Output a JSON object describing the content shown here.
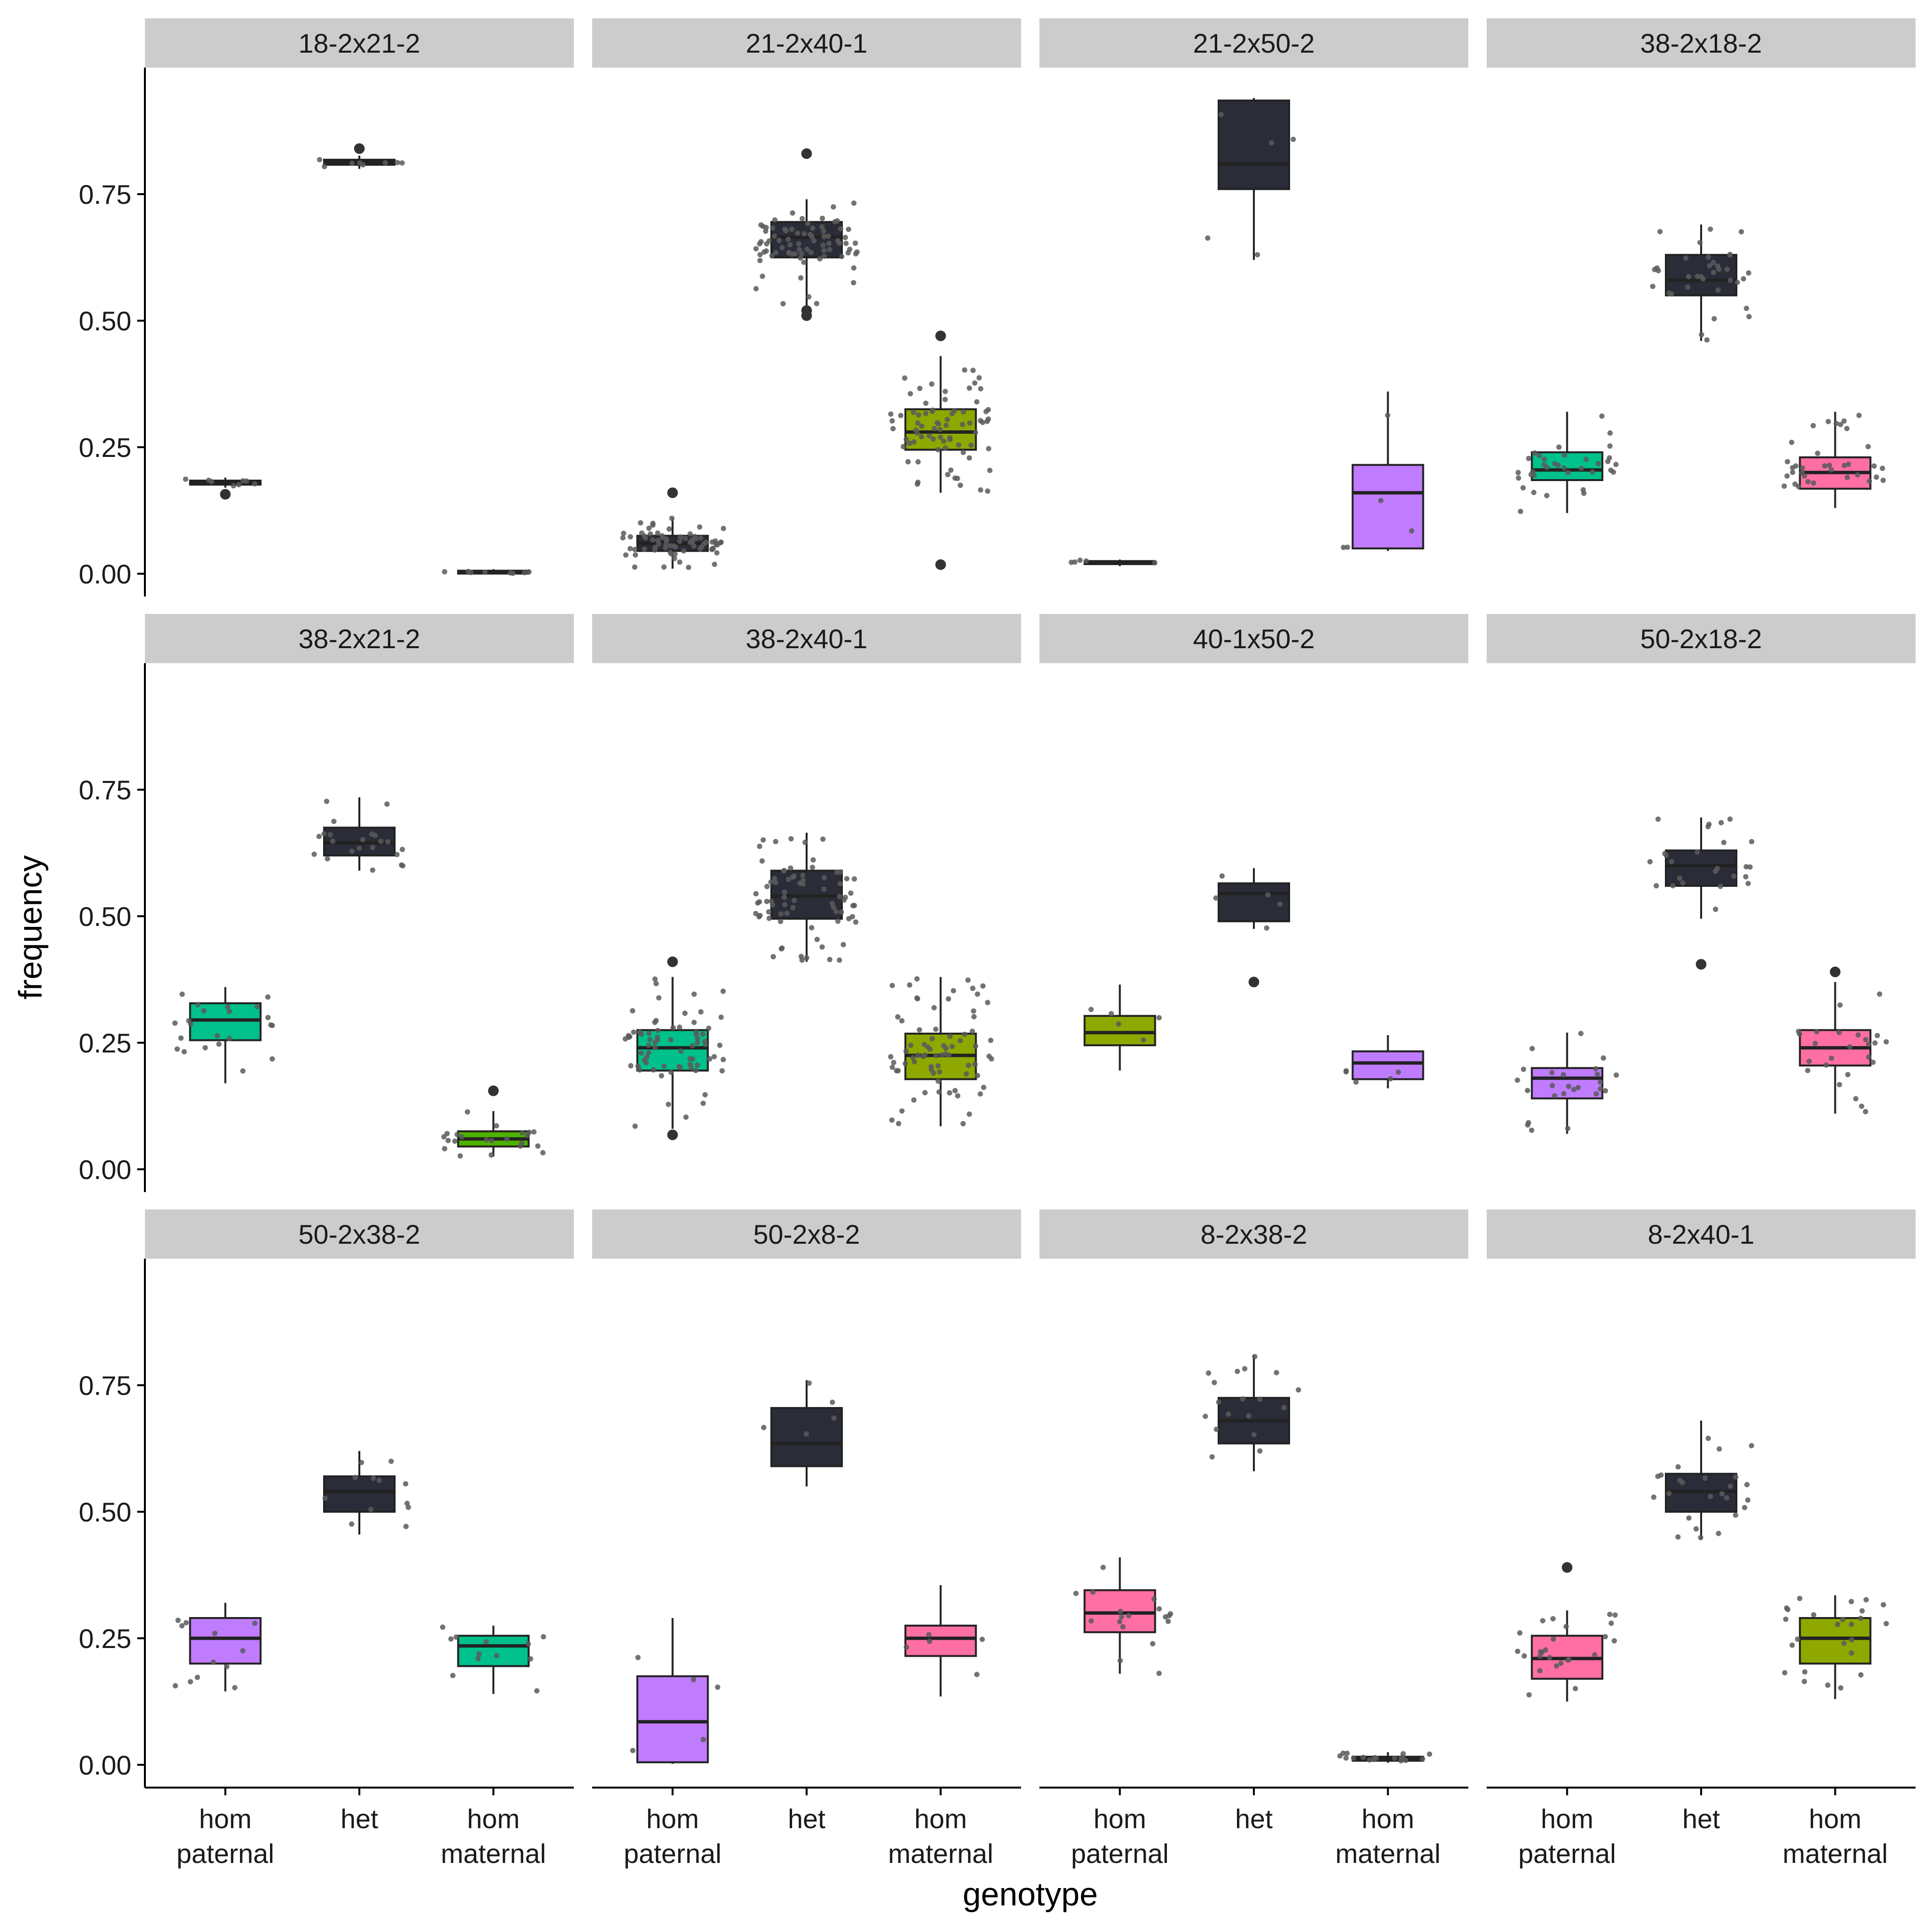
{
  "chart_data": {
    "type": "box",
    "facet_layout": "3x4",
    "xlabel": "genotype",
    "ylabel": "frequency",
    "ylim": [
      -0.045,
      1.0
    ],
    "yticks": [
      {
        "value": 0.0,
        "label": "0.00"
      },
      {
        "value": 0.25,
        "label": "0.25"
      },
      {
        "value": 0.5,
        "label": "0.50"
      },
      {
        "value": 0.75,
        "label": "0.75"
      }
    ],
    "categories": [
      {
        "key": "hom_paternal",
        "lines": [
          "hom",
          "paternal"
        ]
      },
      {
        "key": "het",
        "lines": [
          "het"
        ]
      },
      {
        "key": "hom_maternal",
        "lines": [
          "hom",
          "maternal"
        ]
      }
    ],
    "colors": {
      "dark": "#2a2d38",
      "teal": "#00c08b",
      "olive": "#8fa800",
      "purple": "#c07cff",
      "pink": "#ff6fa3",
      "green": "#4db300",
      "strip": "#cccccc",
      "point": "#5a5a5a"
    },
    "panels": [
      {
        "label": "18-2x21-2",
        "boxes": [
          {
            "fill": "dark",
            "q1": 0.176,
            "median": 0.18,
            "q3": 0.184,
            "wlow": 0.17,
            "whigh": 0.19,
            "outliers": [
              0.157
            ],
            "n": 8
          },
          {
            "fill": "dark",
            "q1": 0.808,
            "median": 0.813,
            "q3": 0.818,
            "wlow": 0.8,
            "whigh": 0.826,
            "outliers": [
              0.84
            ],
            "n": 8
          },
          {
            "fill": "dark",
            "q1": 0.001,
            "median": 0.003,
            "q3": 0.006,
            "wlow": 0.0,
            "whigh": 0.009,
            "outliers": [],
            "n": 8
          }
        ]
      },
      {
        "label": "21-2x40-1",
        "boxes": [
          {
            "fill": "dark",
            "q1": 0.045,
            "median": 0.06,
            "q3": 0.075,
            "wlow": 0.01,
            "whigh": 0.11,
            "outliers": [
              0.16
            ],
            "n": 70
          },
          {
            "fill": "dark",
            "q1": 0.625,
            "median": 0.665,
            "q3": 0.695,
            "wlow": 0.53,
            "whigh": 0.74,
            "outliers": [
              0.83,
              0.51,
              0.52
            ],
            "n": 80
          },
          {
            "fill": "olive",
            "q1": 0.245,
            "median": 0.28,
            "q3": 0.325,
            "wlow": 0.16,
            "whigh": 0.43,
            "outliers": [
              0.47,
              0.018
            ],
            "n": 75
          }
        ]
      },
      {
        "label": "21-2x50-2",
        "boxes": [
          {
            "fill": "dark",
            "q1": 0.019,
            "median": 0.022,
            "q3": 0.025,
            "wlow": 0.015,
            "whigh": 0.028,
            "outliers": [],
            "n": 5
          },
          {
            "fill": "dark",
            "q1": 0.76,
            "median": 0.81,
            "q3": 0.935,
            "wlow": 0.62,
            "whigh": 0.94,
            "outliers": [],
            "n": 5
          },
          {
            "fill": "purple",
            "q1": 0.05,
            "median": 0.16,
            "q3": 0.215,
            "wlow": 0.045,
            "whigh": 0.36,
            "outliers": [],
            "n": 5
          }
        ]
      },
      {
        "label": "38-2x18-2",
        "boxes": [
          {
            "fill": "teal",
            "q1": 0.185,
            "median": 0.205,
            "q3": 0.24,
            "wlow": 0.12,
            "whigh": 0.32,
            "outliers": [],
            "n": 35
          },
          {
            "fill": "dark",
            "q1": 0.55,
            "median": 0.58,
            "q3": 0.63,
            "wlow": 0.46,
            "whigh": 0.69,
            "outliers": [],
            "n": 35
          },
          {
            "fill": "pink",
            "q1": 0.168,
            "median": 0.2,
            "q3": 0.23,
            "wlow": 0.13,
            "whigh": 0.32,
            "outliers": [],
            "n": 35
          }
        ]
      },
      {
        "label": "38-2x21-2",
        "boxes": [
          {
            "fill": "teal",
            "q1": 0.255,
            "median": 0.295,
            "q3": 0.328,
            "wlow": 0.17,
            "whigh": 0.36,
            "outliers": [],
            "n": 22
          },
          {
            "fill": "dark",
            "q1": 0.62,
            "median": 0.645,
            "q3": 0.675,
            "wlow": 0.59,
            "whigh": 0.735,
            "outliers": [],
            "n": 22
          },
          {
            "fill": "green",
            "q1": 0.045,
            "median": 0.06,
            "q3": 0.075,
            "wlow": 0.025,
            "whigh": 0.115,
            "outliers": [
              0.155
            ],
            "n": 22
          }
        ]
      },
      {
        "label": "38-2x40-1",
        "boxes": [
          {
            "fill": "teal",
            "q1": 0.195,
            "median": 0.24,
            "q3": 0.275,
            "wlow": 0.08,
            "whigh": 0.38,
            "outliers": [
              0.41,
              0.068
            ],
            "n": 70
          },
          {
            "fill": "dark",
            "q1": 0.495,
            "median": 0.54,
            "q3": 0.59,
            "wlow": 0.41,
            "whigh": 0.665,
            "outliers": [],
            "n": 75
          },
          {
            "fill": "olive",
            "q1": 0.178,
            "median": 0.225,
            "q3": 0.268,
            "wlow": 0.085,
            "whigh": 0.38,
            "outliers": [],
            "n": 75
          }
        ]
      },
      {
        "label": "40-1x50-2",
        "boxes": [
          {
            "fill": "olive",
            "q1": 0.245,
            "median": 0.27,
            "q3": 0.303,
            "wlow": 0.195,
            "whigh": 0.365,
            "outliers": [],
            "n": 5
          },
          {
            "fill": "dark",
            "q1": 0.49,
            "median": 0.545,
            "q3": 0.565,
            "wlow": 0.475,
            "whigh": 0.595,
            "outliers": [
              0.37
            ],
            "n": 5
          },
          {
            "fill": "purple",
            "q1": 0.178,
            "median": 0.21,
            "q3": 0.233,
            "wlow": 0.16,
            "whigh": 0.265,
            "outliers": [],
            "n": 5
          }
        ]
      },
      {
        "label": "50-2x18-2",
        "boxes": [
          {
            "fill": "purple",
            "q1": 0.14,
            "median": 0.18,
            "q3": 0.2,
            "wlow": 0.07,
            "whigh": 0.27,
            "outliers": [],
            "n": 25
          },
          {
            "fill": "dark",
            "q1": 0.56,
            "median": 0.6,
            "q3": 0.63,
            "wlow": 0.495,
            "whigh": 0.695,
            "outliers": [
              0.405
            ],
            "n": 25
          },
          {
            "fill": "pink",
            "q1": 0.205,
            "median": 0.24,
            "q3": 0.275,
            "wlow": 0.11,
            "whigh": 0.37,
            "outliers": [
              0.39
            ],
            "n": 25
          }
        ]
      },
      {
        "label": "50-2x38-2",
        "boxes": [
          {
            "fill": "purple",
            "q1": 0.2,
            "median": 0.25,
            "q3": 0.29,
            "wlow": 0.145,
            "whigh": 0.32,
            "outliers": [],
            "n": 12
          },
          {
            "fill": "dark",
            "q1": 0.5,
            "median": 0.54,
            "q3": 0.57,
            "wlow": 0.455,
            "whigh": 0.62,
            "outliers": [],
            "n": 12
          },
          {
            "fill": "teal",
            "q1": 0.195,
            "median": 0.235,
            "q3": 0.255,
            "wlow": 0.14,
            "whigh": 0.275,
            "outliers": [],
            "n": 12
          }
        ]
      },
      {
        "label": "50-2x8-2",
        "boxes": [
          {
            "fill": "purple",
            "q1": 0.005,
            "median": 0.085,
            "q3": 0.175,
            "wlow": 0.002,
            "whigh": 0.29,
            "outliers": [],
            "n": 5
          },
          {
            "fill": "dark",
            "q1": 0.59,
            "median": 0.635,
            "q3": 0.705,
            "wlow": 0.55,
            "whigh": 0.76,
            "outliers": [],
            "n": 5
          },
          {
            "fill": "pink",
            "q1": 0.215,
            "median": 0.25,
            "q3": 0.275,
            "wlow": 0.135,
            "whigh": 0.355,
            "outliers": [],
            "n": 5
          }
        ]
      },
      {
        "label": "8-2x38-2",
        "boxes": [
          {
            "fill": "pink",
            "q1": 0.262,
            "median": 0.3,
            "q3": 0.345,
            "wlow": 0.18,
            "whigh": 0.41,
            "outliers": [],
            "n": 18
          },
          {
            "fill": "dark",
            "q1": 0.635,
            "median": 0.68,
            "q3": 0.725,
            "wlow": 0.58,
            "whigh": 0.81,
            "outliers": [],
            "n": 18
          },
          {
            "fill": "dark",
            "q1": 0.008,
            "median": 0.012,
            "q3": 0.016,
            "wlow": 0.004,
            "whigh": 0.025,
            "outliers": [],
            "n": 18
          }
        ]
      },
      {
        "label": "8-2x40-1",
        "boxes": [
          {
            "fill": "pink",
            "q1": 0.17,
            "median": 0.21,
            "q3": 0.255,
            "wlow": 0.125,
            "whigh": 0.305,
            "outliers": [
              0.39
            ],
            "n": 25
          },
          {
            "fill": "dark",
            "q1": 0.5,
            "median": 0.54,
            "q3": 0.575,
            "wlow": 0.445,
            "whigh": 0.68,
            "outliers": [],
            "n": 25
          },
          {
            "fill": "olive",
            "q1": 0.2,
            "median": 0.25,
            "q3": 0.29,
            "wlow": 0.13,
            "whigh": 0.335,
            "outliers": [],
            "n": 25
          }
        ]
      }
    ]
  }
}
